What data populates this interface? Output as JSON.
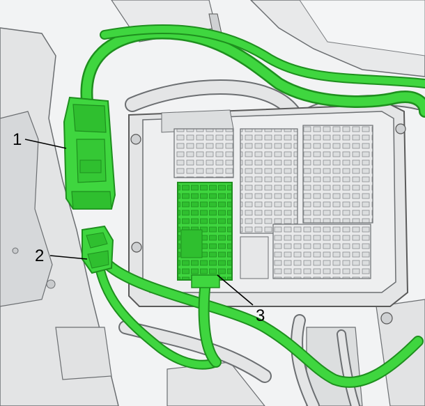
{
  "diagram": {
    "callouts": [
      {
        "number": "1"
      },
      {
        "number": "2"
      },
      {
        "number": "3"
      }
    ]
  },
  "colors": {
    "highlight": "#3fd63f",
    "highlight_dark": "#1e9a1e",
    "line_art": "#5a5a5a",
    "fill_light": "#e6e7e8",
    "fill_mid": "#cfd1d3",
    "fill_dark": "#9fa2a5"
  }
}
